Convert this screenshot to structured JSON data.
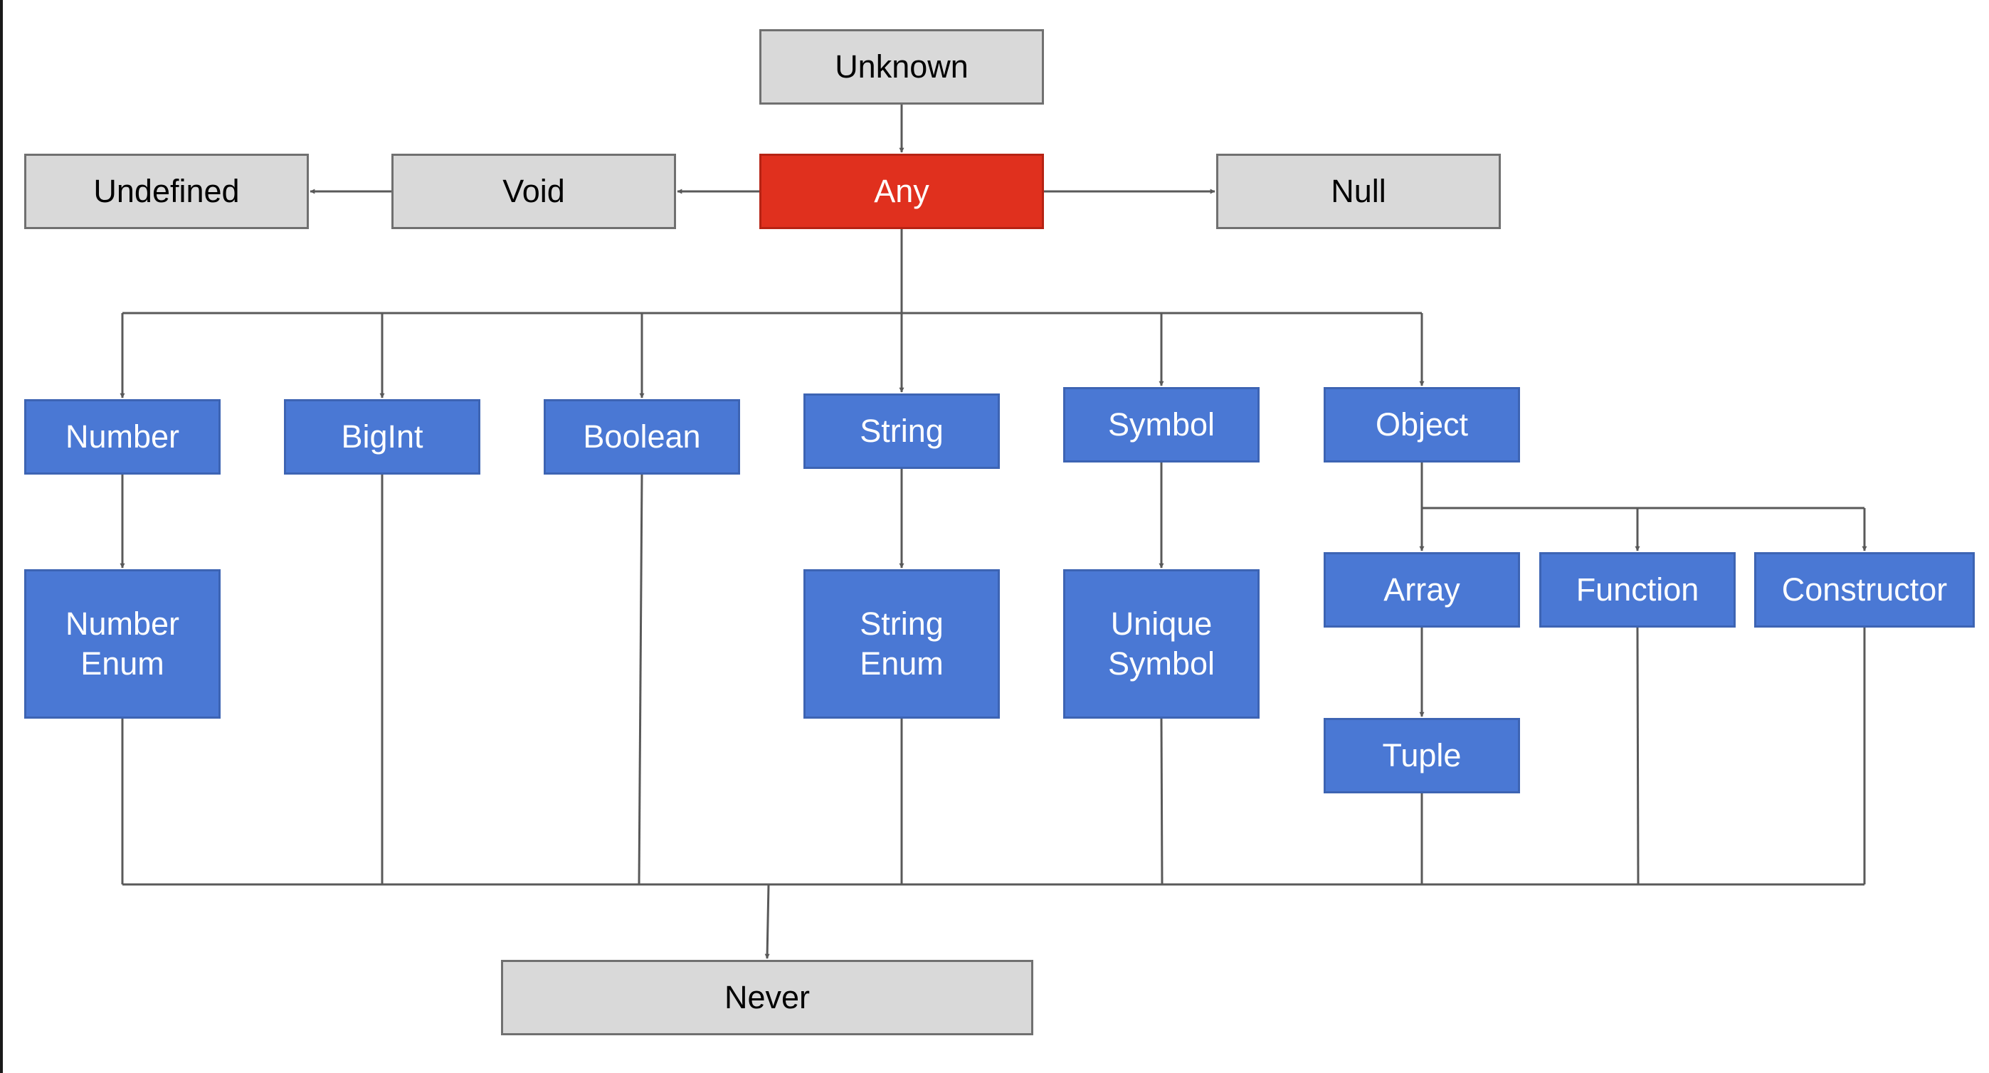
{
  "diagram": {
    "nodes": {
      "unknown": "Unknown",
      "any": "Any",
      "void": "Void",
      "undefined": "Undefined",
      "null": "Null",
      "number": "Number",
      "bigint": "BigInt",
      "boolean": "Boolean",
      "string": "String",
      "symbol": "Symbol",
      "object": "Object",
      "number_enum": "Number\nEnum",
      "string_enum": "String\nEnum",
      "unique_symbol": "Unique\nSymbol",
      "array": "Array",
      "function": "Function",
      "constructor": "Constructor",
      "tuple": "Tuple",
      "never": "Never"
    },
    "edges": [
      {
        "from": "Unknown",
        "to": "Any"
      },
      {
        "from": "Any",
        "to": "Void"
      },
      {
        "from": "Void",
        "to": "Undefined"
      },
      {
        "from": "Any",
        "to": "Null"
      },
      {
        "from": "Any",
        "to": "Number"
      },
      {
        "from": "Any",
        "to": "BigInt"
      },
      {
        "from": "Any",
        "to": "Boolean"
      },
      {
        "from": "Any",
        "to": "String"
      },
      {
        "from": "Any",
        "to": "Symbol"
      },
      {
        "from": "Any",
        "to": "Object"
      },
      {
        "from": "Number",
        "to": "Number Enum"
      },
      {
        "from": "String",
        "to": "String Enum"
      },
      {
        "from": "Symbol",
        "to": "Unique Symbol"
      },
      {
        "from": "Object",
        "to": "Array"
      },
      {
        "from": "Object",
        "to": "Function"
      },
      {
        "from": "Object",
        "to": "Constructor"
      },
      {
        "from": "Array",
        "to": "Tuple"
      },
      {
        "from": "Number Enum",
        "to": "Never"
      },
      {
        "from": "BigInt",
        "to": "Never"
      },
      {
        "from": "Boolean",
        "to": "Never"
      },
      {
        "from": "String Enum",
        "to": "Never"
      },
      {
        "from": "Unique Symbol",
        "to": "Never"
      },
      {
        "from": "Tuple",
        "to": "Never"
      },
      {
        "from": "Function",
        "to": "Never"
      },
      {
        "from": "Constructor",
        "to": "Never"
      }
    ],
    "colors": {
      "gray_fill": "#d9d9d9",
      "blue_fill": "#4a78d4",
      "red_fill": "#e0301e",
      "line": "#595959"
    }
  }
}
